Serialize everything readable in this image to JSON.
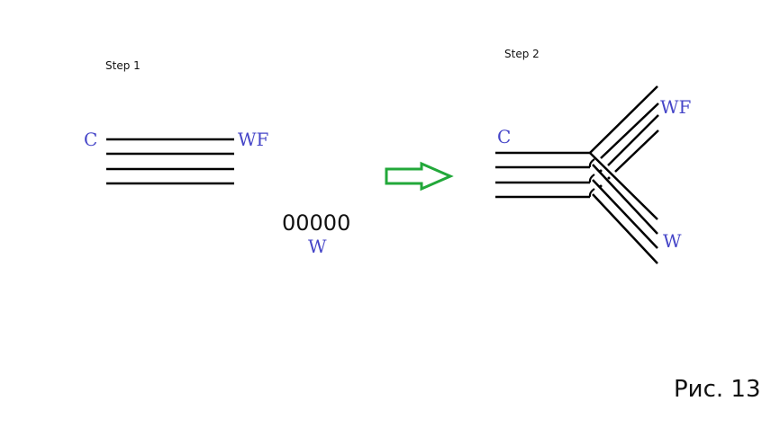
{
  "figure": {
    "step1": {
      "title": "Step 1",
      "label_left": "C",
      "label_right": "WF",
      "line_count": 4
    },
    "middle": {
      "sequence": "00000",
      "label": "W"
    },
    "arrow": {
      "icon": "right-arrow-outline",
      "color": "#22a83a"
    },
    "step2": {
      "title": "Step 2",
      "label_left": "C",
      "label_upper": "WF",
      "label_lower": "W",
      "line_count": 4
    },
    "caption": "Рис. 13",
    "colors": {
      "label_blue": "#4646c8",
      "line": "#000000"
    }
  }
}
